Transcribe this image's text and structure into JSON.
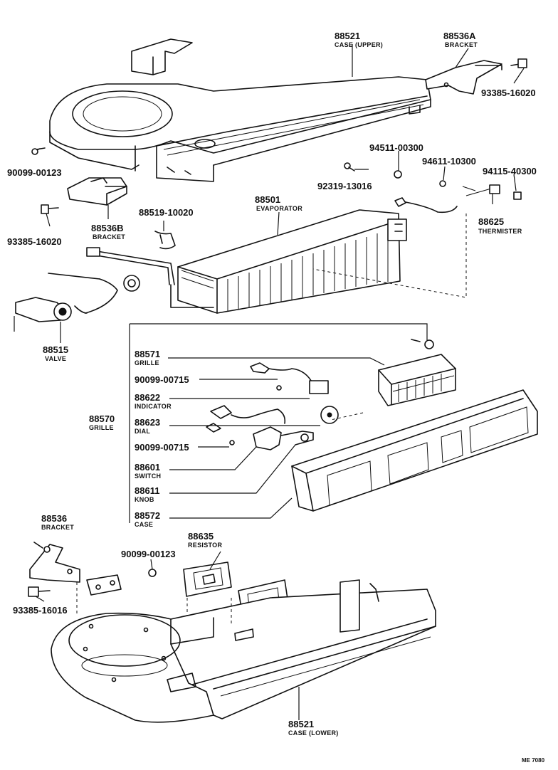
{
  "parts": [
    {
      "id": "case_upper",
      "number": "88521",
      "name": "CASE (UPPER)"
    },
    {
      "id": "bracket_a",
      "number": "88536A",
      "name": "BRACKET"
    },
    {
      "id": "screw_93385_16020_top",
      "number": "93385-16020",
      "name": ""
    },
    {
      "id": "screw_90099_00123_top",
      "number": "90099-00123",
      "name": ""
    },
    {
      "id": "nut_94511",
      "number": "94511-00300",
      "name": ""
    },
    {
      "id": "washer_94611",
      "number": "94611-10300",
      "name": ""
    },
    {
      "id": "nut_94115",
      "number": "94115-40300",
      "name": ""
    },
    {
      "id": "screw_92319",
      "number": "92319-13016",
      "name": ""
    },
    {
      "id": "thermister",
      "number": "88625",
      "name": "THERMISTER"
    },
    {
      "id": "bracket_b",
      "number": "88536B",
      "name": "BRACKET"
    },
    {
      "id": "screw_93385_16020_left",
      "number": "93385-16020",
      "name": ""
    },
    {
      "id": "clip_88519",
      "number": "88519-10020",
      "name": ""
    },
    {
      "id": "evaporator",
      "number": "88501",
      "name": "EVAPORATOR"
    },
    {
      "id": "valve",
      "number": "88515",
      "name": "VALVE"
    },
    {
      "id": "grille_88571",
      "number": "88571",
      "name": "GRILLE"
    },
    {
      "id": "screw_90099_00715_a",
      "number": "90099-00715",
      "name": ""
    },
    {
      "id": "indicator",
      "number": "88622",
      "name": "INDICATOR"
    },
    {
      "id": "grille_assy",
      "number": "88570",
      "name": "GRILLE"
    },
    {
      "id": "dial",
      "number": "88623",
      "name": "DIAL"
    },
    {
      "id": "screw_90099_00715_b",
      "number": "90099-00715",
      "name": ""
    },
    {
      "id": "switch",
      "number": "88601",
      "name": "SWITCH"
    },
    {
      "id": "knob",
      "number": "88611",
      "name": "KNOB"
    },
    {
      "id": "case_88572",
      "number": "88572",
      "name": "CASE"
    },
    {
      "id": "bracket_88536",
      "number": "88536",
      "name": "BRACKET"
    },
    {
      "id": "resistor",
      "number": "88635",
      "name": "RESISTOR"
    },
    {
      "id": "screw_90099_00123_bottom",
      "number": "90099-00123",
      "name": ""
    },
    {
      "id": "screw_93385_16016",
      "number": "93385-16016",
      "name": ""
    },
    {
      "id": "case_lower",
      "number": "88521",
      "name": "CASE (LOWER)"
    }
  ],
  "figure_code": "ME 7080"
}
